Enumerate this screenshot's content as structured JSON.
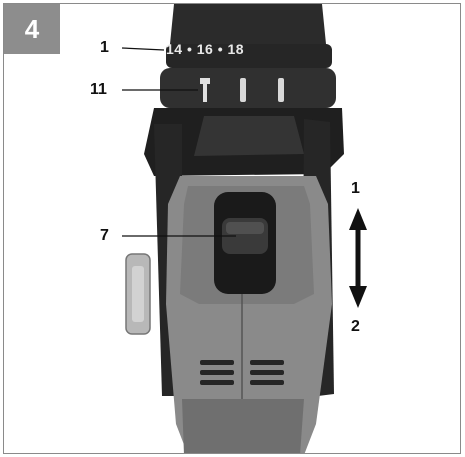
{
  "figure": {
    "number": "4"
  },
  "torque_ring": {
    "setting_text": "14 • 16 • 18"
  },
  "callouts": [
    {
      "id": "1",
      "text": "1"
    },
    {
      "id": "11",
      "text": "11"
    },
    {
      "id": "7",
      "text": "7"
    }
  ],
  "direction_arrow": {
    "up_label": "1",
    "down_label": "2"
  },
  "colors": {
    "body_grey": "#8c8c8c",
    "dark_rubber": "#2a2a2a",
    "frame": "#8d8d8d"
  }
}
